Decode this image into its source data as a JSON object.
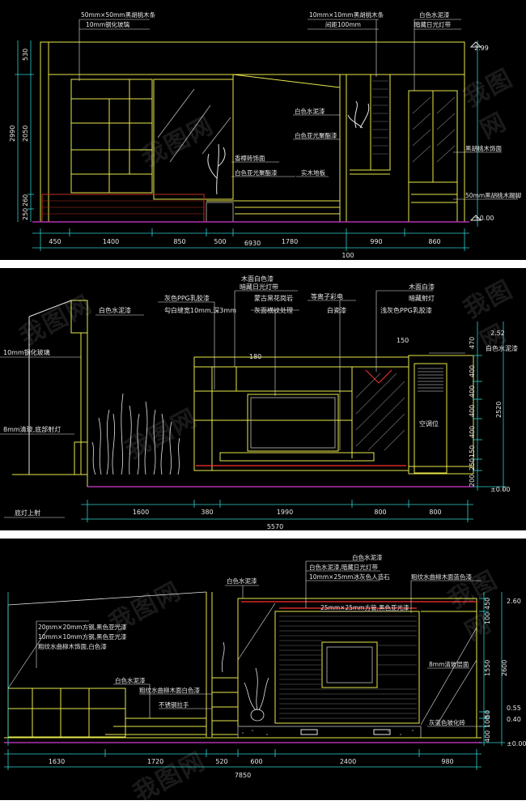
{
  "colors": {
    "yellow": "#e8e84a",
    "white": "#e6e6e6",
    "cyan": "#2fd0d0",
    "red": "#ff3030",
    "magenta": "#b030b0",
    "green": "#30c030",
    "gray": "#9a9a9a",
    "brick": "#c03020"
  },
  "watermark": "我图网",
  "panel1": {
    "notes": {
      "a1": "50mm×50mm黑胡桃木条",
      "a2": "10mm钢化玻璃",
      "b1": "10mm×10mm黑胡桃木条",
      "b2": "间距100mm",
      "c1": "白色水泥漆",
      "c2": "暗藏日光灯带",
      "d1": "白色水泥漆",
      "d2": "白色亚光聚酯漆",
      "e1": "香樟砖饰面",
      "e2": "白色亚光聚酯漆",
      "e3": "实木地板",
      "f1": "黑胡桃木饰面",
      "f2": "50mm黑胡桃木踢脚"
    },
    "left_dims": [
      "530",
      "2990",
      "2050",
      "260",
      "250"
    ],
    "elev_top": "2.99",
    "elev_zero": "±0.00",
    "bottom_dims": [
      "450",
      "1400",
      "850",
      "500",
      "1780",
      "990",
      "860"
    ],
    "total": "6930",
    "total_right": "100"
  },
  "panel2": {
    "notes": {
      "a1": "木面白色漆",
      "a2": "暗藏日光灯带",
      "b1": "灰色PPG乳胶漆",
      "b2": "勾白缝宽10mm,深3mm",
      "c1": "白色水泥漆",
      "d1": "蒙古黑花岗岩",
      "d2": "灰面横纹处理",
      "e1": "等离子彩电",
      "e2": "白瓷漆",
      "f1": "木面白漆",
      "f2": "暗藏射灯",
      "f3": "浅灰色PPG乳胶漆",
      "g1": "10mm钢化玻璃",
      "g2": "8mm清玻,底部射灯",
      "h1": "空调位",
      "h2": "白色水泥漆",
      "h3": "底灯上射",
      "h4": "180",
      "h5": "150"
    },
    "right_dims": [
      "470",
      "400",
      "400",
      "400",
      "400",
      "150",
      "250",
      "200",
      "2520"
    ],
    "elev_top": "2.52",
    "elev_zero": "±0.00",
    "bottom_dims": [
      "1600",
      "380",
      "1990",
      "800",
      "800"
    ],
    "total": "5570"
  },
  "panel3": {
    "notes": {
      "a1": "白色水泥漆",
      "a2": "白色水泥漆,暗藏日光灯带",
      "a3": "10mm×25mm冰灰色人造石",
      "b1": "粗纹水曲柳木面蓝色漆",
      "c1": "25mm×25mm方管,黑色亚光漆",
      "d1": "白色水泥漆",
      "e1": "20mm×20mm方钢,黑色亚光漆",
      "e2": "10mm×10mm方钢,黑色亚光漆",
      "e3": "粗纹水曲柳木饰面,白色漆",
      "f1": "白色水泥漆",
      "f2": "粗纹水曲柳木面白色漆",
      "f3": "不锈钢拉手",
      "g1": "8mm清玻层面",
      "g2": "灰蓝色玻化砖"
    },
    "right_dims": [
      "450",
      "100",
      "1550",
      "2600",
      "50",
      "100",
      "400"
    ],
    "elev_top": "2.60",
    "elev_mid1": "0.55",
    "elev_mid2": "0.40",
    "elev_zero": "±0.00",
    "bottom_dims": [
      "1630",
      "1720",
      "520",
      "600",
      "2400",
      "980"
    ],
    "total": "7850"
  }
}
